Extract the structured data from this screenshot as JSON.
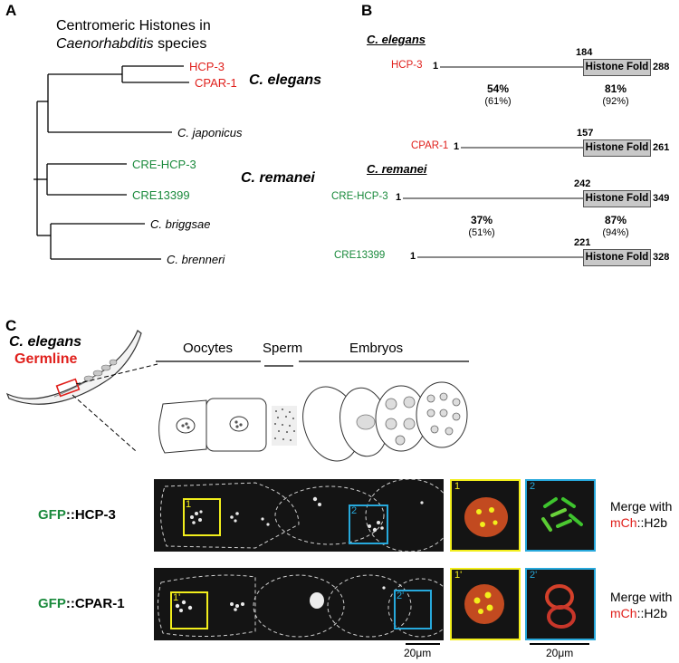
{
  "panel_a": {
    "label": "A",
    "title_line1": "Centromeric Histones in",
    "title_line2_italic": "Caenorhabditis",
    "title_line2_rest": " species",
    "leaves": {
      "hcp3": "HCP-3",
      "cpar1": "CPAR-1",
      "japonicus": "C. japonicus",
      "cre_hcp3": "CRE-HCP-3",
      "cre13399": "CRE13399",
      "briggsae": "C. briggsae",
      "brenneri": "C. brenneri"
    },
    "group_elegans": "C. elegans",
    "group_remanei": "C. remanei"
  },
  "panel_b": {
    "label": "B",
    "heading_elegans": "C. elegans",
    "heading_remanei": "C. remanei",
    "fold_label": "Histone Fold",
    "proteins": {
      "hcp3": {
        "name": "HCP-3",
        "start": "1",
        "fold_start": "184",
        "end": "288"
      },
      "cpar1": {
        "name": "CPAR-1",
        "start": "1",
        "fold_start": "157",
        "end": "261"
      },
      "cre_hcp3": {
        "name": "CRE-HCP-3",
        "start": "1",
        "fold_start": "242",
        "end": "349"
      },
      "cre13399": {
        "name": "CRE13399",
        "start": "1",
        "fold_start": "221",
        "end": "328"
      }
    },
    "elegans_nterm_identity": "54%",
    "elegans_nterm_similarity": "(61%)",
    "elegans_fold_identity": "81%",
    "elegans_fold_similarity": "(92%)",
    "remanei_nterm_identity": "37%",
    "remanei_nterm_similarity": "(51%)",
    "remanei_fold_identity": "87%",
    "remanei_fold_similarity": "(94%)"
  },
  "panel_c": {
    "label": "C",
    "species": "C. elegans",
    "germline": "Germline",
    "oocytes": "Oocytes",
    "sperm": "Sperm",
    "embryos": "Embryos",
    "row1_gfp": "GFP",
    "row1_rest": "::HCP-3",
    "row2_gfp": "GFP",
    "row2_rest": "::CPAR-1",
    "merge_with": "Merge with",
    "merge_mch": "mCh",
    "merge_h2b": "::H2b",
    "box1": "1",
    "box2": "2",
    "box1p": "1'",
    "box2p": "2'",
    "scale_main": "20μm",
    "scale_inset": "20μm"
  },
  "colors": {
    "red": "#e0201c",
    "green": "#1a8a3c",
    "yellow": "#f2ee1c",
    "cyan": "#27a9dc"
  }
}
